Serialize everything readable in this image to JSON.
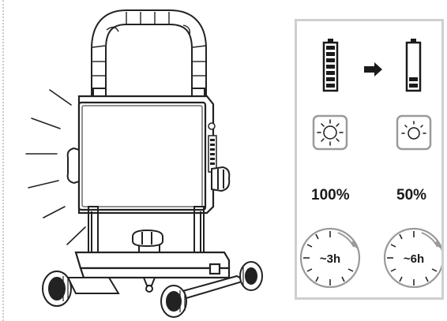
{
  "panel": {
    "full_brightness": {
      "percent": "100%",
      "runtime": "~3h",
      "battery_bars": 7
    },
    "half_brightness": {
      "percent": "50%",
      "runtime": "~6h",
      "battery_bars": 2
    },
    "arrow_icon": "right-arrow-icon"
  },
  "colors": {
    "panel_border": "#cfcfcf",
    "icon_stroke": "#1a1a1a",
    "sun_tile": "#9a9a9a",
    "timer_circle": "#9a9a9a"
  }
}
